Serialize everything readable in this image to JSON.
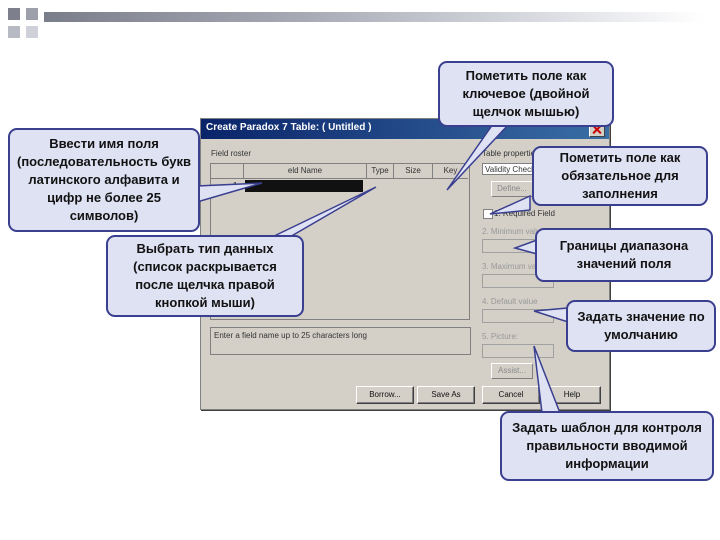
{
  "dialog": {
    "title": "Create Paradox 7 Table: ( Untitled )",
    "field_roster_label": "Field roster",
    "columns": [
      "eld Name",
      "Type",
      "Size",
      "Key"
    ],
    "row_number": "1",
    "table_properties_label": "Table properties",
    "table_properties_value": "Validity Checks",
    "define_button": "Define...",
    "required_field_label": "1. Required Field",
    "minimum_value_label": "2. Minimum value",
    "maximum_value_label": "3. Maximum value",
    "default_value_label": "4. Default value",
    "picture_label": "5. Picture:",
    "assist_button": "Assist...",
    "hint_text": "Enter a field name up to 25 characters long",
    "buttons": {
      "borrow": "Borrow...",
      "save_as": "Save As",
      "cancel": "Cancel",
      "help": "Help"
    }
  },
  "callouts": {
    "key_field": "Пометить поле как ключевое (двойной щелчок мышью)",
    "field_name": "Ввести имя поля (последовательность букв латинского алфавита и цифр не более 25 символов)",
    "required": "Пометить поле как обязательное для заполнения",
    "data_type": "Выбрать тип данных (список раскрывается после щелчка правой кнопкой мыши)",
    "range": "Границы диапазона значений поля",
    "default_value": "Задать значение по умолчанию",
    "picture": "Задать шаблон для контроля правильности вводимой информации"
  },
  "colors": {
    "callout_fill": "#dfe2f3",
    "callout_border": "#3a3f8f",
    "title_bar": "#0a246a",
    "dialog_face": "#d4d0c8"
  }
}
